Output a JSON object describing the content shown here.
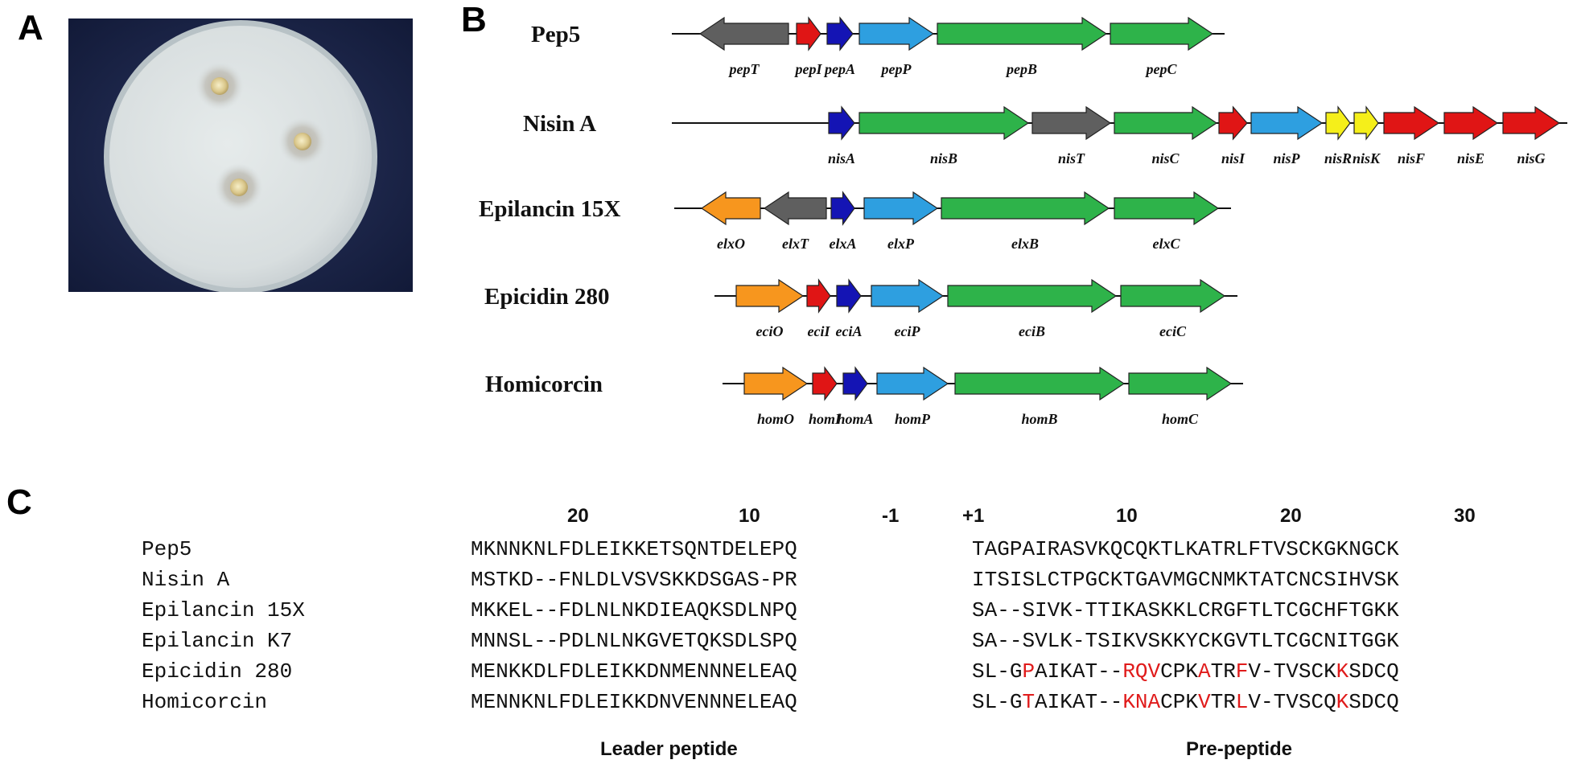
{
  "panels": {
    "a": "A",
    "b": "B",
    "c": "C"
  },
  "colors": {
    "grey": "#5f5f5f",
    "red": "#e01515",
    "blue": "#1414b4",
    "lightblue": "#2e9fe0",
    "green": "#2eb34a",
    "orange": "#f7961e",
    "yellow": "#f5ef1a",
    "highlight": "#e01b1b"
  },
  "clusters": [
    {
      "name": "Pep5",
      "genes": [
        {
          "label": "pepT",
          "color": "grey",
          "dir": "left"
        },
        {
          "label": "pepI",
          "color": "red",
          "dir": "right"
        },
        {
          "label": "pepA",
          "color": "blue",
          "dir": "right"
        },
        {
          "label": "pepP",
          "color": "lightblue",
          "dir": "right"
        },
        {
          "label": "pepB",
          "color": "green",
          "dir": "right"
        },
        {
          "label": "pepC",
          "color": "green",
          "dir": "right"
        }
      ]
    },
    {
      "name": "Nisin A",
      "genes": [
        {
          "label": "nisA",
          "color": "blue",
          "dir": "right"
        },
        {
          "label": "nisB",
          "color": "green",
          "dir": "right"
        },
        {
          "label": "nisT",
          "color": "grey",
          "dir": "right"
        },
        {
          "label": "nisC",
          "color": "green",
          "dir": "right"
        },
        {
          "label": "nisI",
          "color": "red",
          "dir": "right"
        },
        {
          "label": "nisP",
          "color": "lightblue",
          "dir": "right"
        },
        {
          "label": "nisR",
          "color": "yellow",
          "dir": "right"
        },
        {
          "label": "nisK",
          "color": "yellow",
          "dir": "right"
        },
        {
          "label": "nisF",
          "color": "red",
          "dir": "right"
        },
        {
          "label": "nisE",
          "color": "red",
          "dir": "right"
        },
        {
          "label": "nisG",
          "color": "red",
          "dir": "right"
        }
      ]
    },
    {
      "name": "Epilancin  15X",
      "genes": [
        {
          "label": "elxO",
          "color": "orange",
          "dir": "left"
        },
        {
          "label": "elxT",
          "color": "grey",
          "dir": "left"
        },
        {
          "label": "elxA",
          "color": "blue",
          "dir": "right"
        },
        {
          "label": "elxP",
          "color": "lightblue",
          "dir": "right"
        },
        {
          "label": "elxB",
          "color": "green",
          "dir": "right"
        },
        {
          "label": "elxC",
          "color": "green",
          "dir": "right"
        }
      ]
    },
    {
      "name": "Epicidin  280",
      "genes": [
        {
          "label": "eciO",
          "color": "orange",
          "dir": "right"
        },
        {
          "label": "eciI",
          "color": "red",
          "dir": "right"
        },
        {
          "label": "eciA",
          "color": "blue",
          "dir": "right"
        },
        {
          "label": "eciP",
          "color": "lightblue",
          "dir": "right"
        },
        {
          "label": "eciB",
          "color": "green",
          "dir": "right"
        },
        {
          "label": "eciC",
          "color": "green",
          "dir": "right"
        }
      ]
    },
    {
      "name": "Homicorcin",
      "genes": [
        {
          "label": "homO",
          "color": "orange",
          "dir": "right"
        },
        {
          "label": "homI",
          "color": "red",
          "dir": "right"
        },
        {
          "label": "homA",
          "color": "blue",
          "dir": "right"
        },
        {
          "label": "homP",
          "color": "lightblue",
          "dir": "right"
        },
        {
          "label": "homB",
          "color": "green",
          "dir": "right"
        },
        {
          "label": "homC",
          "color": "green",
          "dir": "right"
        }
      ]
    }
  ],
  "alignment": {
    "leader_numbers": [
      "20",
      "10",
      "-1"
    ],
    "prepeptide_numbers": [
      "+1",
      "10",
      "20",
      "30"
    ],
    "names": [
      "Pep5",
      "Nisin A",
      "Epilancin 15X",
      "Epilancin K7",
      "Epicidin 280",
      "Homicorcin"
    ],
    "leader": [
      "MKNNKNLFDLEIKKETSQNTDELEPQ",
      "MSTKD--FNLDLVSVSKKDSGAS-PR",
      "MKKEL--FDLNLNKDIEAQKSDLNPQ",
      "MNNSL--PDLNLNKGVETQKSDLSPQ",
      "MENKKDLFDLEIKKDNMENNNELEAQ",
      "MENNKNLFDLEIKKDNVENNNELEAQ"
    ],
    "prepeptide": [
      "TAGPAIRASVKQCQKTLKATRLFTVSCKGKNGCK",
      "ITSISLCTPGCKTGAVMGCNMKTATCNCSIHVSK",
      "SA--SIVK-TTIKASKKLCRGFTLTCGCHFTGKK",
      "SA--SVLK-TSIKVSKKYCKGVTLTCGCNITGGK",
      "SL-GPAIKAT--RQVCPKATRFV-TVSCKKSDCQ",
      "SL-GTAIKAT--KNACPKVTRLV-TVSCQKSDCQ"
    ],
    "highlighted_positions": {
      "4": [
        4,
        12,
        13,
        14,
        18,
        21,
        29
      ],
      "5": [
        4,
        12,
        13,
        14,
        18,
        21,
        29
      ]
    },
    "leader_caption": "Leader peptide",
    "prepeptide_caption": "Pre-peptide"
  }
}
